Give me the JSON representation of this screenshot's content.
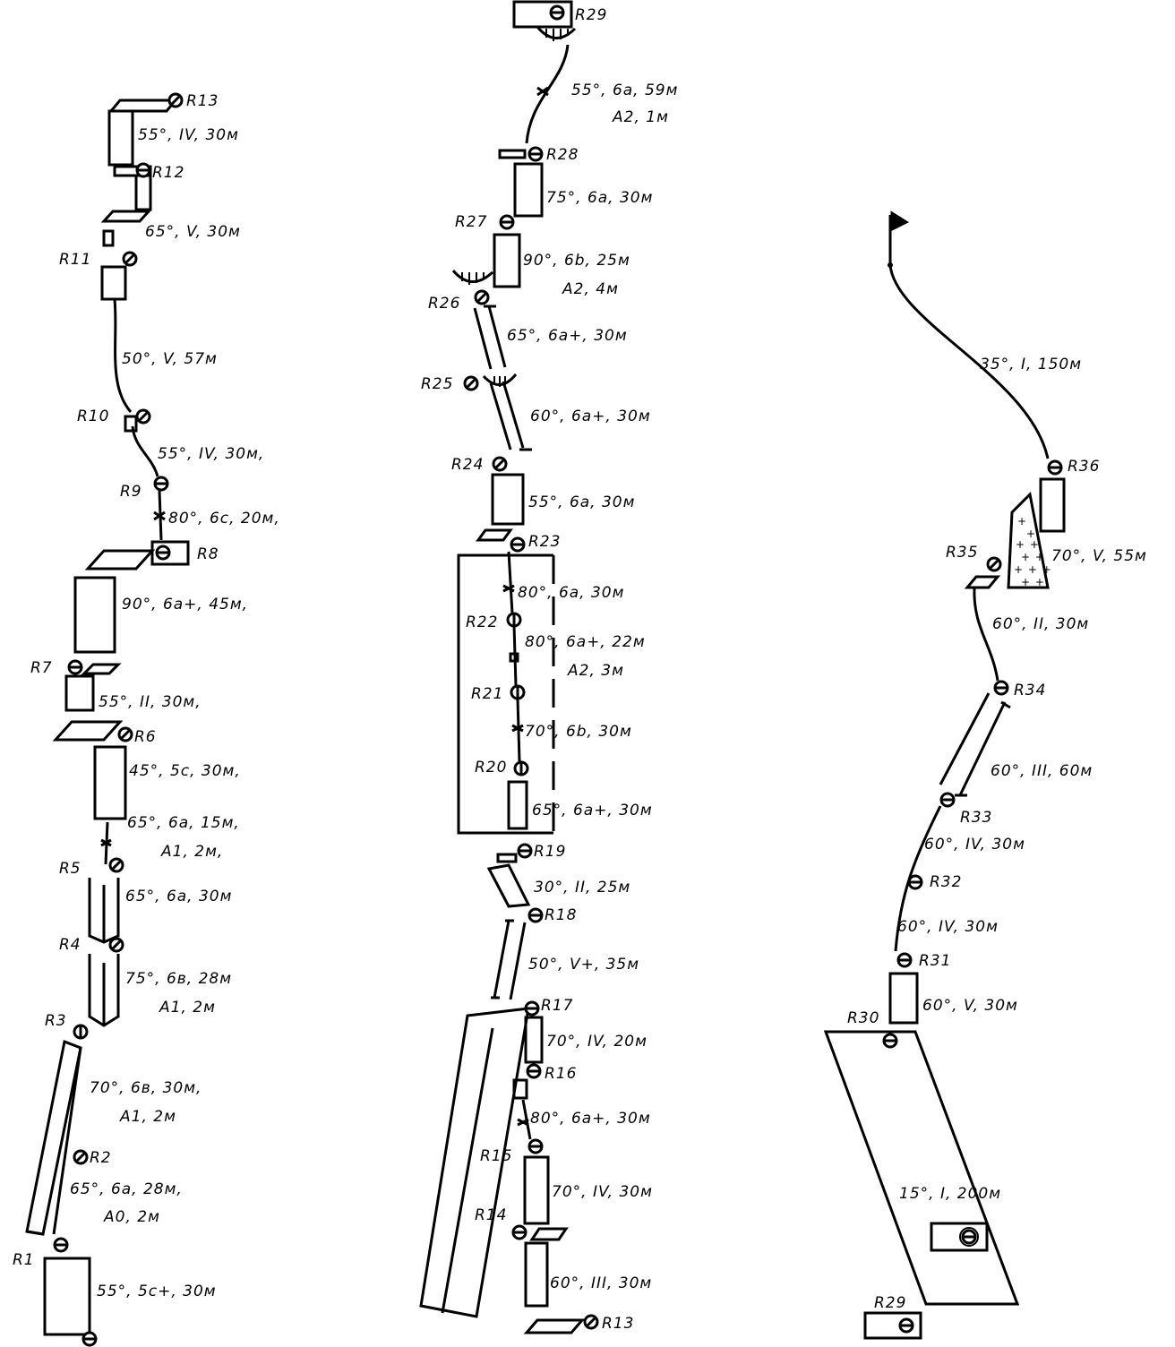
{
  "anchors": {
    "R1": "R1",
    "R2": "R2",
    "R3": "R3",
    "R4": "R4",
    "R5": "R5",
    "R6": "R6",
    "R7": "R7",
    "R8": "R8",
    "R9": "R9",
    "R10": "R10",
    "R11": "R11",
    "R12": "R12",
    "R13": "R13",
    "R14": "R14",
    "R15": "R15",
    "R16": "R16",
    "R17": "R17",
    "R18": "R18",
    "R19": "R19",
    "R20": "R20",
    "R21": "R21",
    "R22": "R22",
    "R23": "R23",
    "R24": "R24",
    "R25": "R25",
    "R26": "R26",
    "R27": "R27",
    "R28": "R28",
    "R29": "R29",
    "R30": "R30",
    "R31": "R31",
    "R32": "R32",
    "R33": "R33",
    "R34": "R34",
    "R35": "R35",
    "R36": "R36"
  },
  "pitches": {
    "p1": "55°, 5c+, 30м",
    "p2a": "65°, 6a, 28м,",
    "p2b": "A0, 2м",
    "p3a": "70°, 6в, 30м,",
    "p3b": "A1, 2м",
    "p4a": "75°, 6в, 28м",
    "p4b": "A1, 2м",
    "p5": "65°, 6a, 30м",
    "p6a": "65°, 6a, 15м,",
    "p6b": "A1, 2м,",
    "p7": "45°, 5c, 30м,",
    "p8": "55°, II, 30м,",
    "p9": "90°, 6a+, 45м,",
    "p10": "80°, 6c, 20м,",
    "p11": "55°, IV, 30м,",
    "p12": "50°, V, 57м",
    "p13": "65°, V, 30м",
    "p14": "55°, IV, 30м",
    "p15": "60°, III, 30м",
    "p16": "70°, IV, 30м",
    "p17": "80°, 6a+, 30м",
    "p18": "70°, IV, 20м",
    "p19": "50°, V+, 35м",
    "p20": "30°, II, 25м",
    "p21": "65°, 6a+, 30м",
    "p22": "70°, 6b, 30м",
    "p23a": "80°, 6a+, 22м",
    "p23b": "A2, 3м",
    "p24": "80°, 6a, 30м",
    "p25": "55°, 6a, 30м",
    "p26": "60°, 6a+, 30м",
    "p27": "65°, 6a+, 30м",
    "p28a": "90°, 6b, 25м",
    "p28b": "A2, 4м",
    "p29": "75°, 6a, 30м",
    "p30a": "55°, 6a, 59м",
    "p30b": "A2, 1м",
    "p31": "15°, I, 200м",
    "p32": "60°, V, 30м",
    "p33": "60°, IV, 30м",
    "p34": "60°, IV, 30м",
    "p35": "60°, III, 60м",
    "p36": "60°, II, 30м",
    "p37": "70°, V, 55м",
    "p38": "35°, I, 150м"
  }
}
